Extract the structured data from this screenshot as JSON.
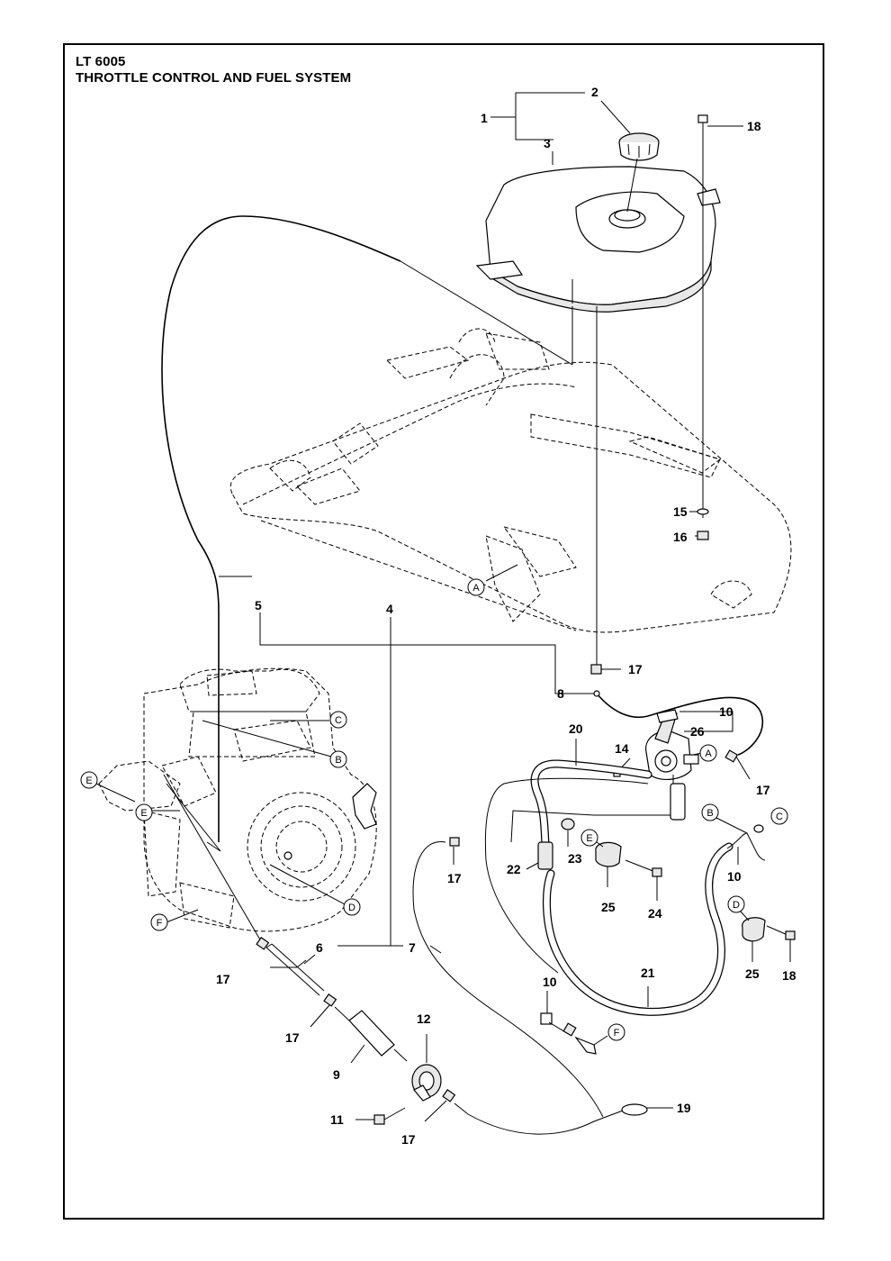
{
  "header": {
    "model": "LT 6005",
    "title": "THROTTLE CONTROL AND FUEL SYSTEM"
  },
  "callouts": [
    {
      "id": "c1",
      "label": "1"
    },
    {
      "id": "c2",
      "label": "2"
    },
    {
      "id": "c3",
      "label": "3"
    },
    {
      "id": "c18a",
      "label": "18"
    },
    {
      "id": "c15",
      "label": "15"
    },
    {
      "id": "c16",
      "label": "16"
    },
    {
      "id": "c5",
      "label": "5"
    },
    {
      "id": "c4",
      "label": "4"
    },
    {
      "id": "c17a",
      "label": "17"
    },
    {
      "id": "c8",
      "label": "8"
    },
    {
      "id": "c10a",
      "label": "10"
    },
    {
      "id": "c26",
      "label": "26"
    },
    {
      "id": "c20",
      "label": "20"
    },
    {
      "id": "c14",
      "label": "14"
    },
    {
      "id": "c17b",
      "label": "17"
    },
    {
      "id": "c17c",
      "label": "17"
    },
    {
      "id": "c22",
      "label": "22"
    },
    {
      "id": "c23",
      "label": "23"
    },
    {
      "id": "c25a",
      "label": "25"
    },
    {
      "id": "c24",
      "label": "24"
    },
    {
      "id": "c10b",
      "label": "10"
    },
    {
      "id": "c25b",
      "label": "25"
    },
    {
      "id": "c18b",
      "label": "18"
    },
    {
      "id": "c6",
      "label": "6"
    },
    {
      "id": "c7",
      "label": "7"
    },
    {
      "id": "c17d",
      "label": "17"
    },
    {
      "id": "c21",
      "label": "21"
    },
    {
      "id": "c10c",
      "label": "10"
    },
    {
      "id": "c17e",
      "label": "17"
    },
    {
      "id": "c12",
      "label": "12"
    },
    {
      "id": "c9",
      "label": "9"
    },
    {
      "id": "c19",
      "label": "19"
    },
    {
      "id": "c11",
      "label": "11"
    },
    {
      "id": "c17f",
      "label": "17"
    }
  ],
  "reference_letters": [
    {
      "id": "rA1",
      "letter": "A"
    },
    {
      "id": "rC1",
      "letter": "C"
    },
    {
      "id": "rB1",
      "letter": "B"
    },
    {
      "id": "rE1",
      "letter": "E"
    },
    {
      "id": "rE2",
      "letter": "E"
    },
    {
      "id": "rD1",
      "letter": "D"
    },
    {
      "id": "rF1",
      "letter": "F"
    },
    {
      "id": "rA2",
      "letter": "A"
    },
    {
      "id": "rB2",
      "letter": "B"
    },
    {
      "id": "rC2",
      "letter": "C"
    },
    {
      "id": "rE3",
      "letter": "E"
    },
    {
      "id": "rD2",
      "letter": "D"
    },
    {
      "id": "rF2",
      "letter": "F"
    }
  ]
}
